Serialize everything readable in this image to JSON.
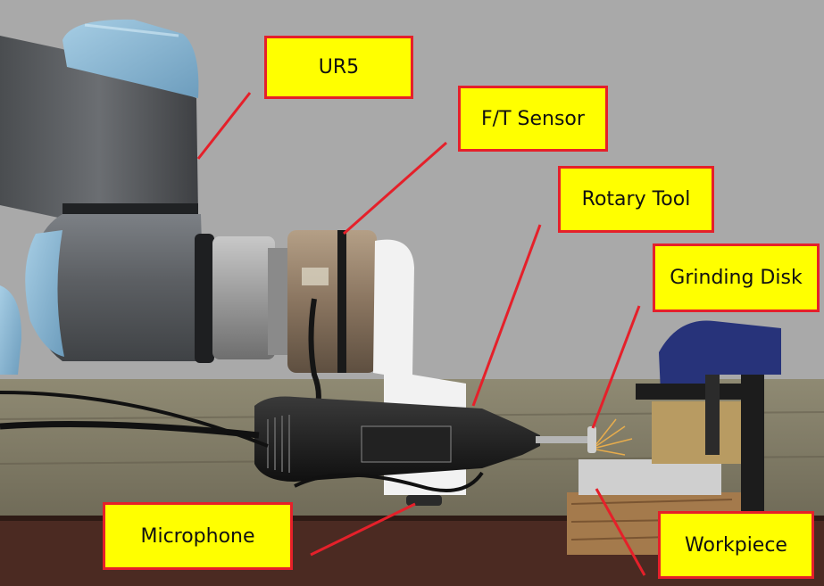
{
  "labels": {
    "ur5": "UR5",
    "ft_sensor": "F/T Sensor",
    "rotary_tool": "Rotary Tool",
    "grinding_disk": "Grinding Disk",
    "microphone": "Microphone",
    "workpiece": "Workpiece"
  },
  "colors": {
    "label_fill": "#ffff00",
    "label_border": "#e5202a",
    "leader_line": "#e5202a",
    "backdrop": "#a9a9a9",
    "robot_gray": "#5f6266",
    "robot_blue": "#8fb9d4",
    "clamp_blue": "#27337a"
  }
}
